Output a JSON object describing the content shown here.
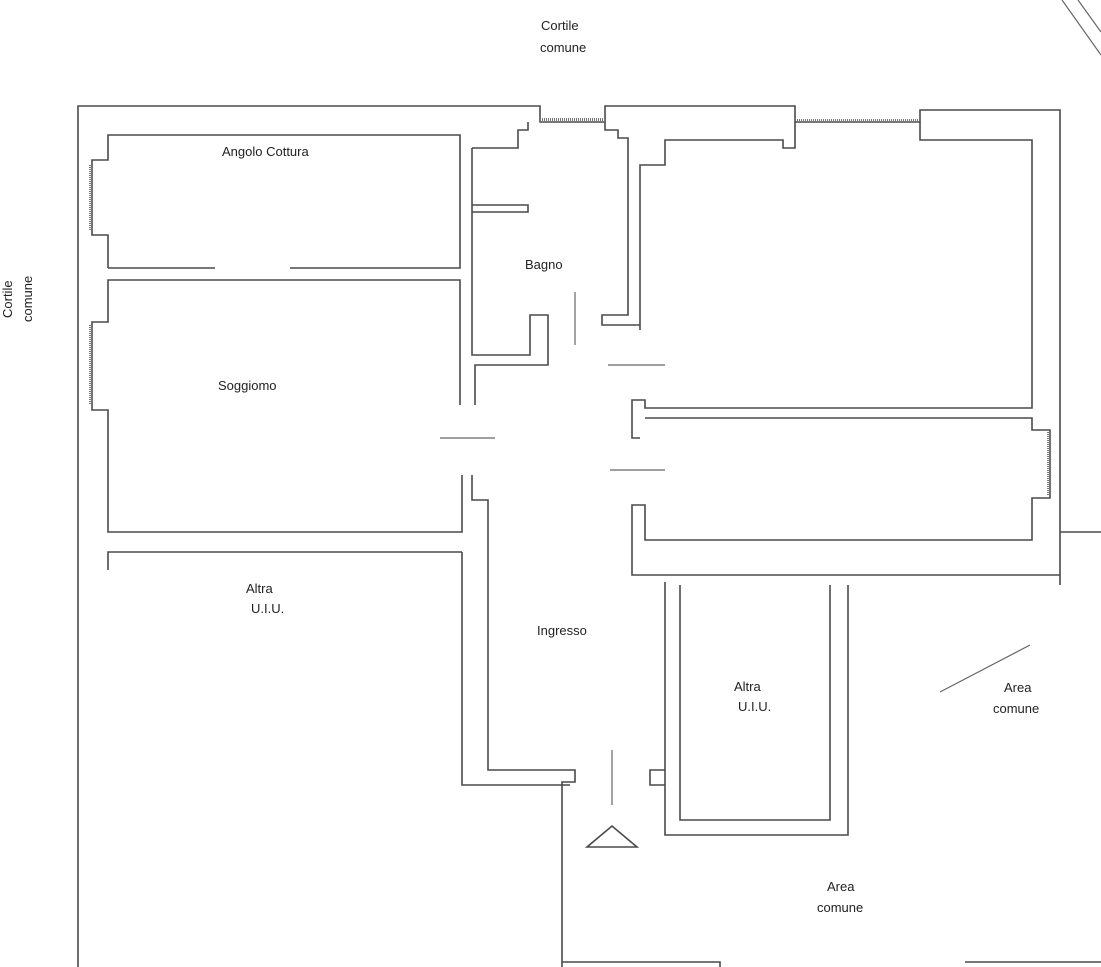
{
  "labels": {
    "top_courtyard_1": "Cortile",
    "top_courtyard_2": "comune",
    "left_courtyard_1": "Cortile",
    "left_courtyard_2": "comune",
    "kitchen": "Angolo Cottura",
    "bathroom": "Bagno",
    "living": "Soggiomo",
    "other_unit_left_1": "Altra",
    "other_unit_left_2": "U.I.U.",
    "entrance": "Ingresso",
    "other_unit_right_1": "Altra",
    "other_unit_right_2": "U.I.U.",
    "common_area_right_1": "Area",
    "common_area_right_2": "comune",
    "common_area_bottom_1": "Area",
    "common_area_bottom_2": "comune"
  },
  "colors": {
    "wall": "#4a4a4a",
    "background": "#ffffff"
  }
}
